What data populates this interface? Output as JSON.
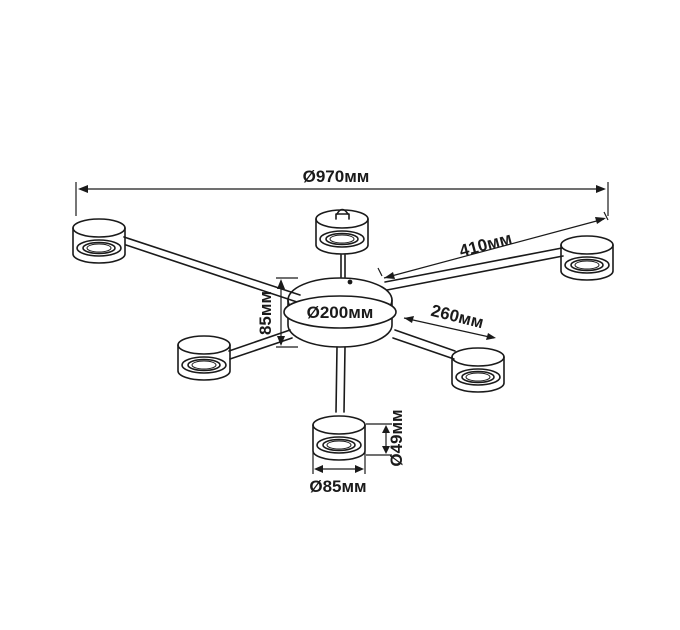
{
  "diagram": {
    "dimensions": {
      "overall_diameter": "Ø970мм",
      "arm_long": "410мм",
      "base_diameter": "Ø200мм",
      "base_height": "85мм",
      "arm_short": "260мм",
      "spot_height": "Ø49мм",
      "spot_diameter": "Ø85мм"
    },
    "colors": {
      "line": "#1a1a1a",
      "background": "#ffffff"
    }
  }
}
